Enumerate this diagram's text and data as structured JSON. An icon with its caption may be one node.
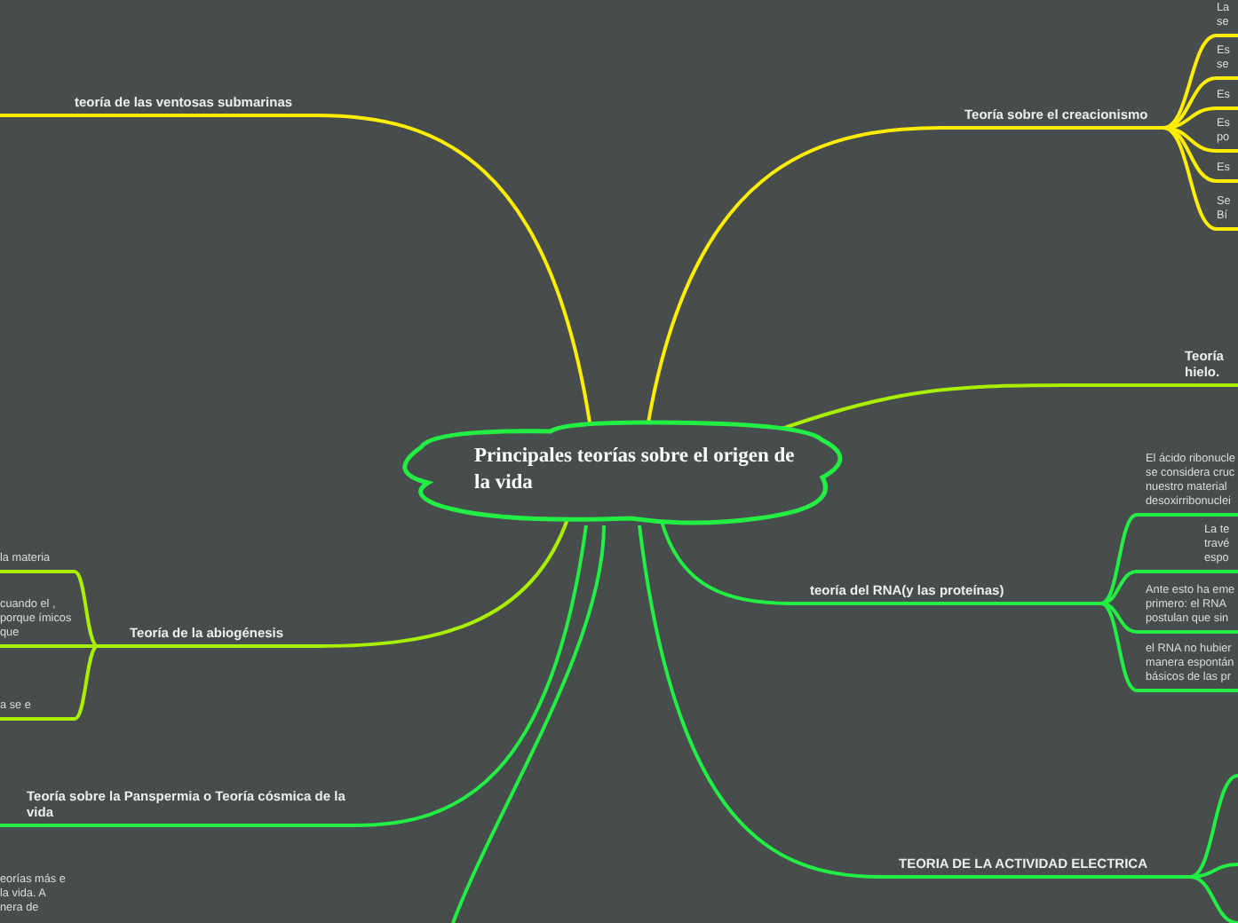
{
  "diagram": {
    "nodes": [
      {
        "text": [
          "Principales teorías sobre el origen de la vida"
        ]
      },
      {
        "text": [
          "teoría de las ventosas submarinas"
        ]
      },
      {
        "text": [
          "Teoría sobre el creacionismo"
        ]
      },
      {
        "text": [
          "La se"
        ]
      },
      {
        "text": [
          "Es se"
        ]
      },
      {
        "text": [
          "Es"
        ]
      },
      {
        "text": [
          "Es po"
        ]
      },
      {
        "text": [
          "Es"
        ]
      },
      {
        "text": [
          "Se Bí"
        ]
      },
      {
        "text": [
          "Teoría hielo."
        ]
      },
      {
        "text": [
          "teoría del RNA(y las proteínas)"
        ]
      },
      {
        "text": [
          "El ácido ribonucle se considera cruc nuestro material desoxirribonuclei"
        ]
      },
      {
        "text": [
          "La te travé espo"
        ]
      },
      {
        "text": [
          "Ante esto ha eme primero: el RNA postulan que sin"
        ]
      },
      {
        "text": [
          "el RNA no hubier manera espontán básicos de las pr"
        ]
      },
      {
        "text": [
          "Teoría de la abiogénesis"
        ]
      },
      {
        "text": [
          "la materia"
        ]
      },
      {
        "text": [
          "cuando el , porque ímicos que"
        ]
      },
      {
        "text": [
          "a se e"
        ]
      },
      {
        "text": [
          "Teoría sobre la Panspermia o Teoría cósmica de la vida"
        ]
      },
      {
        "text": [
          "TEORIA DE LA ACTIVIDAD ELECTRICA"
        ]
      }
    ],
    "edges": [
      {
        "from": 0,
        "to": 1,
        "arrow": "none",
        "color": "#ffee00"
      },
      {
        "from": 0,
        "to": 2,
        "arrow": "none",
        "color": "#ffee00"
      },
      {
        "from": 2,
        "to": 3,
        "arrow": "none",
        "color": "#ffee00"
      },
      {
        "from": 2,
        "to": 4,
        "arrow": "none",
        "color": "#ffee00"
      },
      {
        "from": 2,
        "to": 5,
        "arrow": "none",
        "color": "#ffee00"
      },
      {
        "from": 2,
        "to": 6,
        "arrow": "none",
        "color": "#ffee00"
      },
      {
        "from": 2,
        "to": 7,
        "arrow": "none",
        "color": "#ffee00"
      },
      {
        "from": 2,
        "to": 8,
        "arrow": "none",
        "color": "#ffee00"
      },
      {
        "from": 0,
        "to": 9,
        "arrow": "none",
        "color": "#aaee00"
      },
      {
        "from": 0,
        "to": 10,
        "arrow": "none"
      },
      {
        "from": 10,
        "to": 11,
        "arrow": "none"
      },
      {
        "from": 10,
        "to": 12,
        "arrow": "none"
      },
      {
        "from": 10,
        "to": 13,
        "arrow": "none"
      },
      {
        "from": 10,
        "to": 14,
        "arrow": "none"
      },
      {
        "from": 0,
        "to": 15,
        "arrow": "none",
        "color": "#aaee00"
      },
      {
        "from": 15,
        "to": 16,
        "arrow": "none",
        "color": "#aaee00"
      },
      {
        "from": 15,
        "to": 17,
        "arrow": "none",
        "color": "#aaee00"
      },
      {
        "from": 15,
        "to": 18,
        "arrow": "none",
        "color": "#aaee00"
      },
      {
        "from": 0,
        "to": 19,
        "arrow": "none"
      },
      {
        "from": 0,
        "to": null,
        "arrow": "none"
      },
      {
        "from": 0,
        "to": 20,
        "arrow": "none"
      },
      {
        "from": 20,
        "to": null,
        "arrow": "none"
      },
      {
        "from": 20,
        "to": null,
        "arrow": "none"
      },
      {
        "from": 20,
        "to": null,
        "arrow": "none"
      }
    ],
    "labels": [
      "eorías más e la vida. A nera de"
    ]
  }
}
